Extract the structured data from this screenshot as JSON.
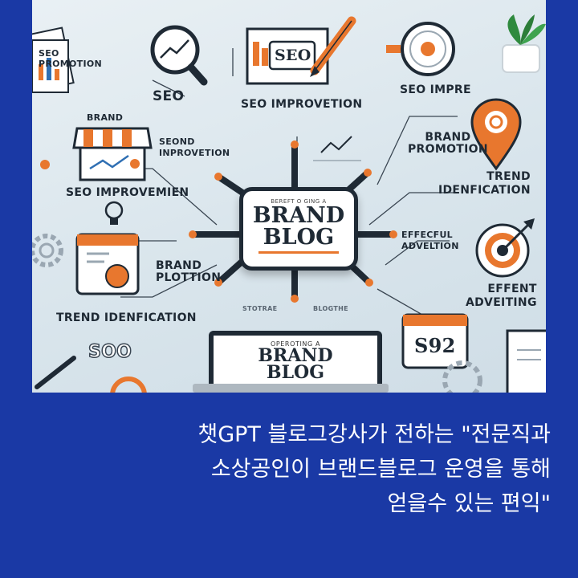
{
  "illustration": {
    "left_labels": {
      "seo_promotion": "SEO\nPROMOTION",
      "seo": "SEO",
      "brand": "BRAND",
      "second_improvement": "SEOND\nINPROVETION",
      "seo_improvemien": "SEO IMPROVEMIEN",
      "brand_plottion": "BRAND\nPLOTTION",
      "trend_idenfication": "TREND IDENFICATION",
      "soo_sign": "SOO"
    },
    "top_labels": {
      "seo_board": "SEO",
      "seo_improvetion": "SEO IMPROVETION",
      "seo_impre": "SEO IMPRE"
    },
    "right_labels": {
      "brand_promotion": "BRAND\nPROMOTION",
      "trend_idenfication": "TREND\nIDENFICATION",
      "effecful_advertion": "EFFECFUL\nADVELTION",
      "effent_adveiting": "EFFENT\nADVEITING",
      "calendar_value": "S92"
    },
    "center": {
      "small": "BEREFT O GING A",
      "line1": "BRAND",
      "line2": "BLOG"
    },
    "laptop": {
      "small": "OPEROTING A",
      "line1": "BRAND",
      "line2": "BLOG"
    },
    "under_center": {
      "left": "STOTRAE",
      "right": "BLOGTHE"
    },
    "colors": {
      "accent": "#e8772e",
      "ink": "#1f2a35",
      "banner": "#1a39a5"
    }
  },
  "caption": {
    "line1": "챗GPT 블로그강사가 전하는 \"전문직과",
    "line2": "소상공인이 브랜드블로그 운영을 통해",
    "line3": "얻을수 있는 편익\""
  }
}
